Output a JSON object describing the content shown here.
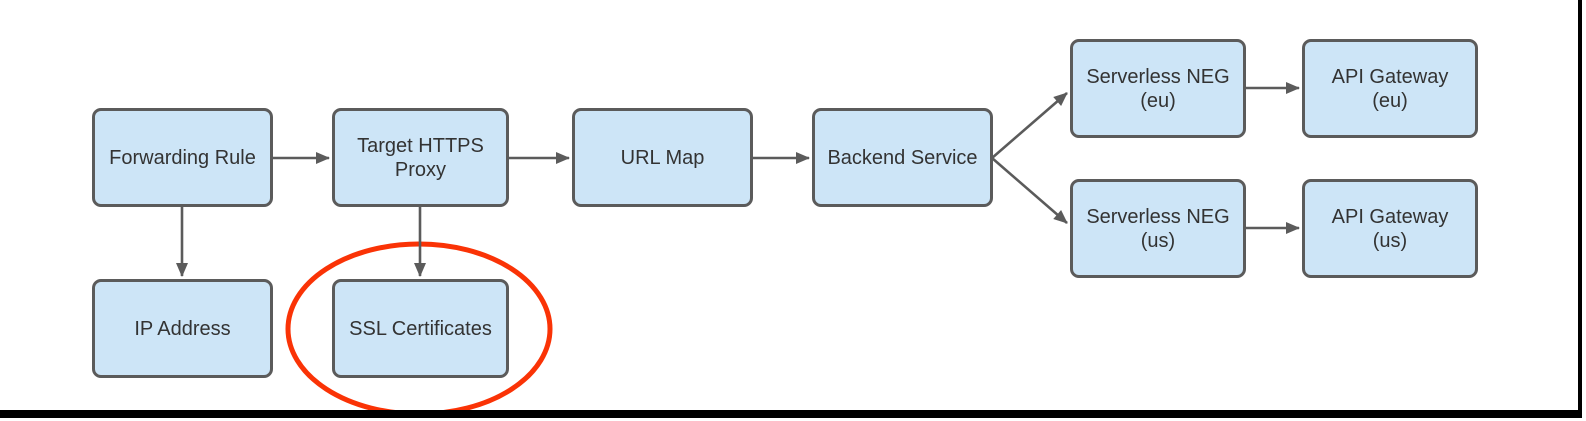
{
  "diagram": {
    "type": "flowchart",
    "nodes": [
      {
        "id": "forwarding-rule",
        "label": "Forwarding Rule"
      },
      {
        "id": "target-https-proxy",
        "label": "Target HTTPS\nProxy"
      },
      {
        "id": "url-map",
        "label": "URL Map"
      },
      {
        "id": "backend-service",
        "label": "Backend Service"
      },
      {
        "id": "serverless-neg-eu",
        "label": "Serverless NEG\n(eu)"
      },
      {
        "id": "api-gateway-eu",
        "label": "API Gateway\n(eu)"
      },
      {
        "id": "serverless-neg-us",
        "label": "Serverless NEG\n(us)"
      },
      {
        "id": "api-gateway-us",
        "label": "API Gateway\n(us)"
      },
      {
        "id": "ip-address",
        "label": "IP Address"
      },
      {
        "id": "ssl-certificates",
        "label": "SSL Certificates"
      }
    ],
    "edges": [
      {
        "from": "forwarding-rule",
        "to": "target-https-proxy"
      },
      {
        "from": "target-https-proxy",
        "to": "url-map"
      },
      {
        "from": "url-map",
        "to": "backend-service"
      },
      {
        "from": "backend-service",
        "to": "serverless-neg-eu"
      },
      {
        "from": "backend-service",
        "to": "serverless-neg-us"
      },
      {
        "from": "serverless-neg-eu",
        "to": "api-gateway-eu"
      },
      {
        "from": "serverless-neg-us",
        "to": "api-gateway-us"
      },
      {
        "from": "forwarding-rule",
        "to": "ip-address"
      },
      {
        "from": "target-https-proxy",
        "to": "ssl-certificates"
      }
    ],
    "highlight": {
      "shape": "ellipse",
      "around": "ssl-certificates"
    },
    "colors": {
      "node_fill": "#cde5f7",
      "node_border": "#5b5b5b",
      "arrow": "#5b5b5b",
      "text": "#333333",
      "highlight": "#fa3306",
      "frame": "#000000"
    }
  }
}
